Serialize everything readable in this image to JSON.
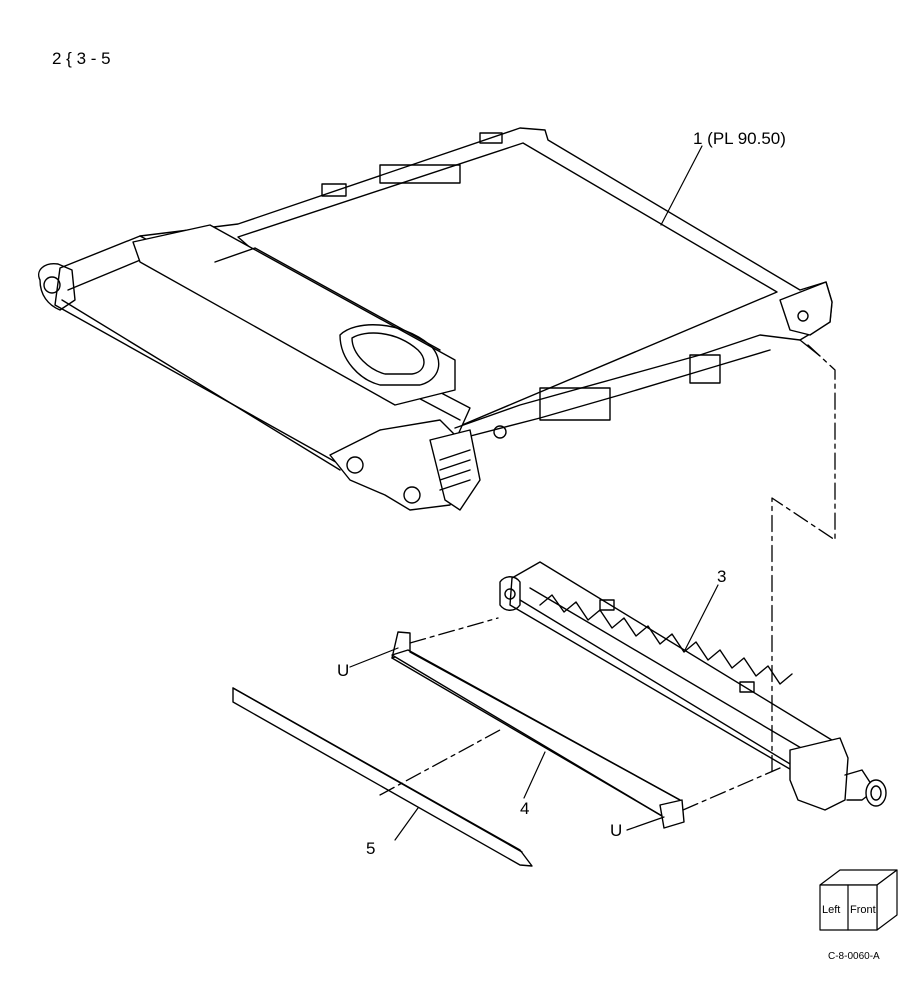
{
  "diagram": {
    "step_range": "2 { 3 - 5",
    "callouts": [
      {
        "id": "1",
        "text": "1 (PL 90.50)"
      },
      {
        "id": "3",
        "text": "3"
      },
      {
        "id": "4",
        "text": "4"
      },
      {
        "id": "5",
        "text": "5"
      },
      {
        "id": "u1",
        "text": "U"
      },
      {
        "id": "u2",
        "text": "U"
      }
    ],
    "orientation": {
      "left": "Left",
      "front": "Front"
    },
    "figure_code": "C-8-0060-A"
  }
}
